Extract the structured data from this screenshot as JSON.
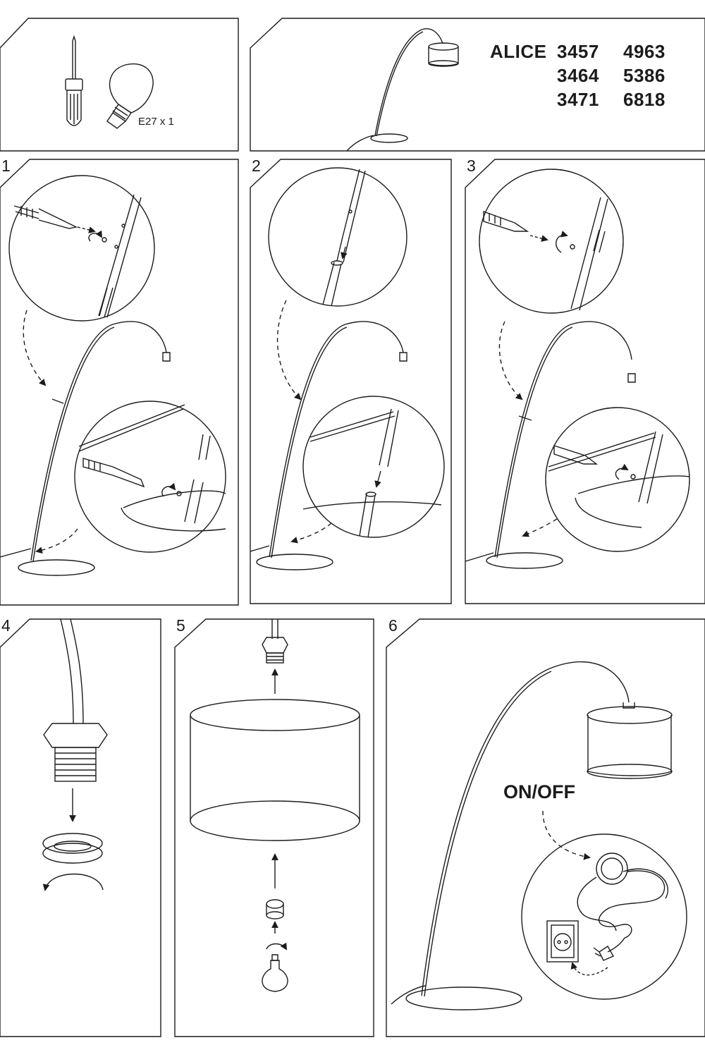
{
  "header": {
    "tools": {
      "bulb_label": "E27 x 1"
    },
    "product": {
      "name": "ALICE",
      "codes": [
        [
          "3457",
          "4963"
        ],
        [
          "3464",
          "5386"
        ],
        [
          "3471",
          "6818"
        ]
      ]
    }
  },
  "steps": [
    {
      "number": "1"
    },
    {
      "number": "2"
    },
    {
      "number": "3"
    },
    {
      "number": "4"
    },
    {
      "number": "5"
    },
    {
      "number": "6",
      "switch_label": "ON/OFF"
    }
  ],
  "colors": {
    "line": "#1c1c1c",
    "background": "#ffffff"
  },
  "icons": [
    "screwdriver-icon",
    "light-bulb-icon",
    "floor-lamp-icon",
    "arrow-icon",
    "rotate-arrow-icon",
    "wall-socket-icon",
    "plug-icon",
    "switch-icon",
    "lamp-socket-icon",
    "lampshade-icon",
    "screw-icon"
  ]
}
